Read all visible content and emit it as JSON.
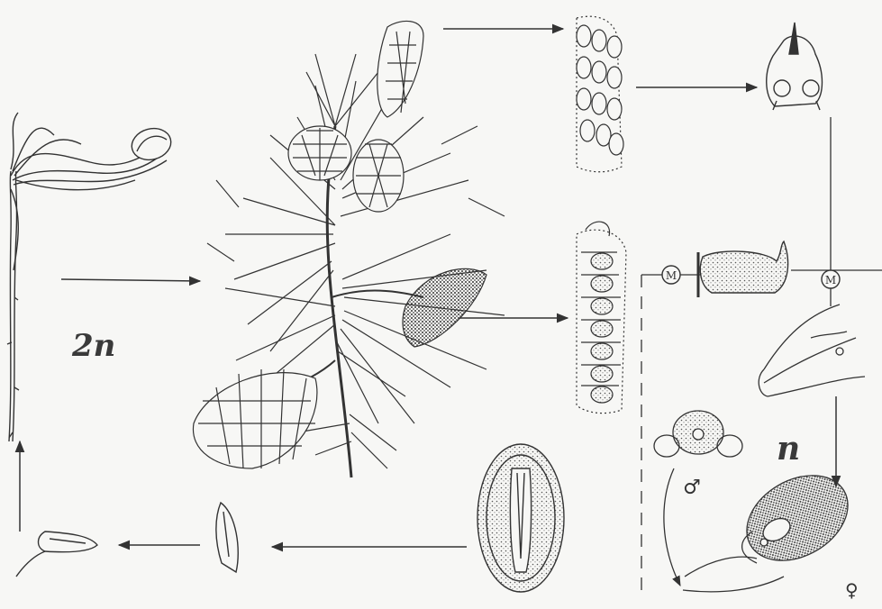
{
  "diagram": {
    "labels": {
      "diploid": "2n",
      "haploid": "n",
      "meiosis_symbol": "M",
      "male_symbol": "♂",
      "female_symbol": "♀"
    },
    "colors": {
      "ink": "#333333",
      "background": "#f7f7f5"
    }
  }
}
